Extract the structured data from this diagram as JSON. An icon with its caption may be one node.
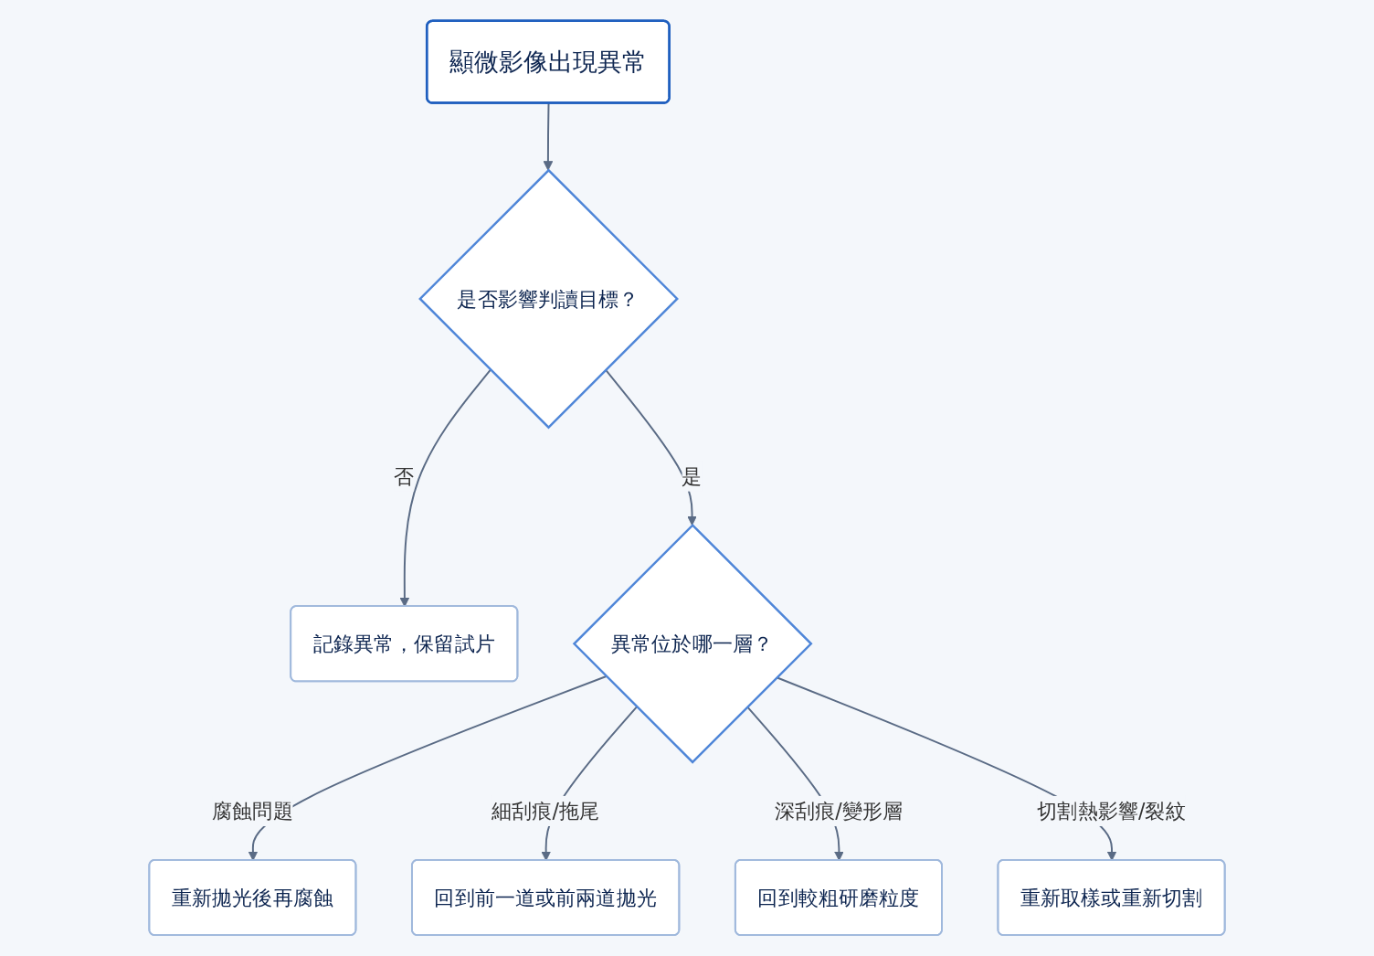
{
  "diagram": {
    "nodes": [
      {
        "text": [
          "顯微影像出現異常"
        ]
      },
      {
        "text": [
          "是否影響判讀目標？"
        ]
      },
      {
        "text": [
          "記錄異常，保留試片"
        ]
      },
      {
        "text": [
          "異常位於哪一層？"
        ]
      },
      {
        "text": [
          "重新拋光後再腐蝕"
        ]
      },
      {
        "text": [
          "回到前一道或前兩道拋光"
        ]
      },
      {
        "text": [
          "回到較粗研磨粒度"
        ]
      },
      {
        "text": [
          "重新取樣或重新切割"
        ]
      }
    ],
    "edges": [
      {
        "from": 0,
        "to": 1,
        "arrow": "to"
      },
      {
        "from": 1,
        "to": 2,
        "label": "否",
        "arrow": "to"
      },
      {
        "from": 1,
        "to": 3,
        "label": "是",
        "arrow": "to"
      },
      {
        "from": 3,
        "to": 4,
        "label": "腐蝕問題",
        "arrow": "to"
      },
      {
        "from": 3,
        "to": 5,
        "label": "細刮痕/拖尾",
        "arrow": "to"
      },
      {
        "from": 3,
        "to": 6,
        "label": "深刮痕/變形層",
        "arrow": "to"
      },
      {
        "from": 3,
        "to": 7,
        "label": "切割熱影響/裂紋",
        "arrow": "to"
      }
    ]
  }
}
